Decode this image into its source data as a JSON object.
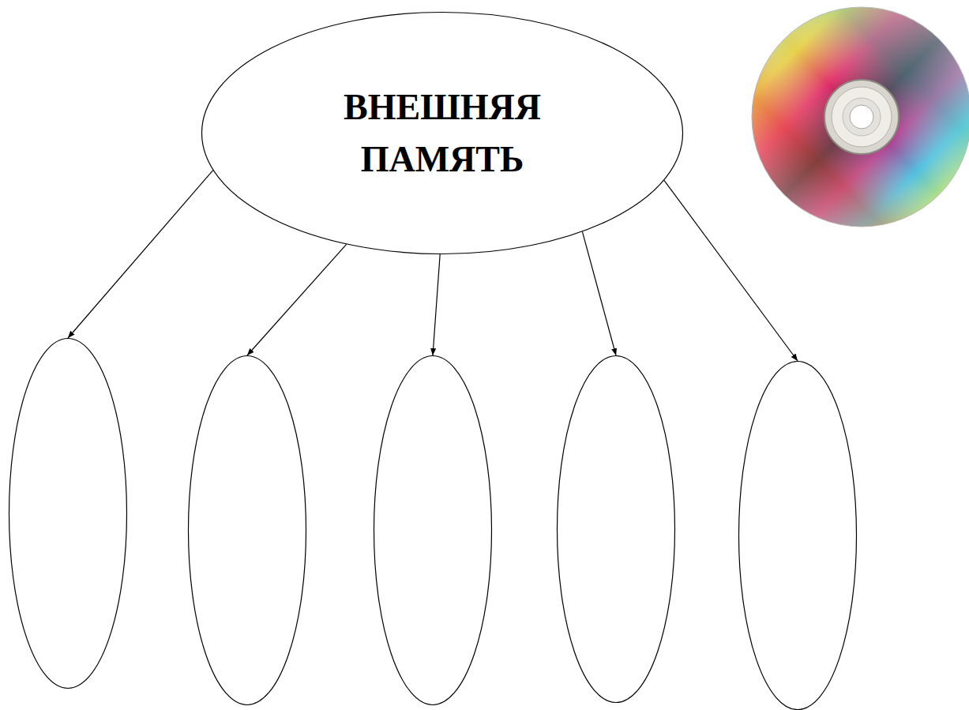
{
  "diagram": {
    "nodes": [
      {
        "text": [
          "ВНЕШНЯЯ ПАМЯТЬ"
        ]
      },
      {
        "text": []
      },
      {
        "text": []
      },
      {
        "text": []
      },
      {
        "text": []
      },
      {
        "text": []
      }
    ],
    "edges": [
      {
        "from": 0,
        "to": 1,
        "arrow": "to"
      },
      {
        "from": 0,
        "to": 2,
        "arrow": "to"
      },
      {
        "from": 0,
        "to": 3,
        "arrow": "to"
      },
      {
        "from": 0,
        "to": 4,
        "arrow": "to"
      },
      {
        "from": 0,
        "to": 5,
        "arrow": "to"
      }
    ]
  }
}
